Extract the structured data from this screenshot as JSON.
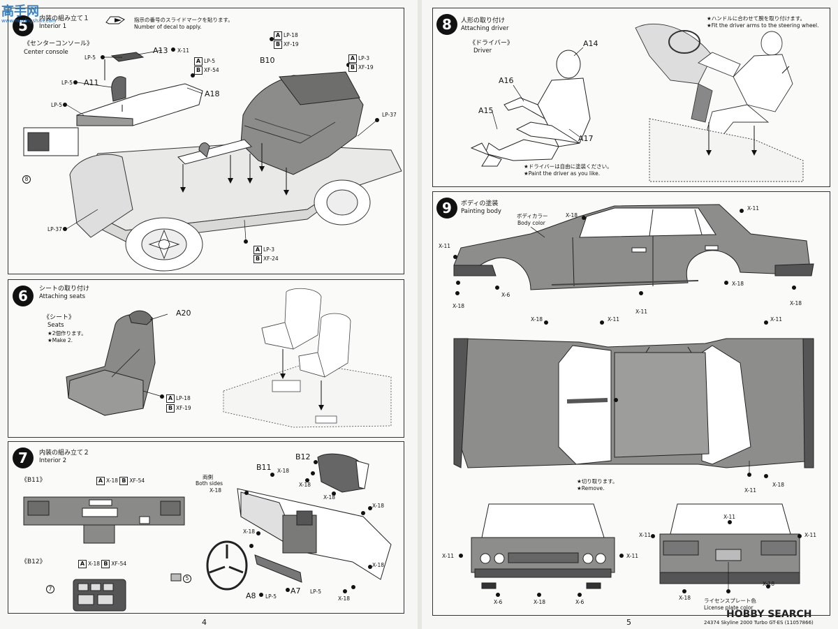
{
  "page_left": {
    "page_number": "4",
    "step5": {
      "number": "5",
      "title_jp": "内装の組み立て１",
      "title_en": "Interior 1",
      "decal_note_jp": "指示の番号のスライドマークを貼ります。",
      "decal_note_en": "Number of decal to apply.",
      "console_jp": "《センターコンソール》",
      "console_en": "Center console",
      "ref_circle": "8",
      "labels": {
        "a13": "A13",
        "a11": "A11",
        "a18": "A18",
        "b10": "B10",
        "lp5a": "LP-5",
        "lp5b": "LP-5",
        "lp5c": "LP-5",
        "x11": "X-11",
        "lp37a": "LP-37",
        "lp37b": "LP-37"
      },
      "codes": {
        "b10_a": "LP-18",
        "b10_b": "XF-19",
        "a18_a": "LP-5",
        "a18_b": "XF-54",
        "seat_a": "LP-3",
        "seat_b": "XF-19",
        "floor_a": "LP-3",
        "floor_b": "XF-24"
      }
    },
    "step6": {
      "number": "6",
      "title_jp": "シートの取り付け",
      "title_en": "Attaching seats",
      "seats_jp": "《シート》",
      "seats_en": "Seats",
      "make_jp": "★2個作ります。",
      "make_en": "★Make 2.",
      "part": "A20",
      "code_a": "LP-18",
      "code_b": "XF-19"
    },
    "step7": {
      "number": "7",
      "title_jp": "内装の組み立て２",
      "title_en": "Interior 2",
      "b11_label": "《B11》",
      "b12_label": "《B12》",
      "b11_code_a": "X-18",
      "b11_code_b": "XF-54",
      "b12_code_a": "X-18",
      "b12_code_b": "XF-54",
      "ref7": "7",
      "ref5": "5",
      "parts": {
        "b11": "B11",
        "b12": "B12",
        "a8": "A8",
        "a7": "A7"
      },
      "both_sides_jp": "両側",
      "both_sides_en": "Both sides",
      "x18": "X-18",
      "lp5": "LP-5"
    }
  },
  "page_right": {
    "page_number": "5",
    "step8": {
      "number": "8",
      "title_jp": "人形の取り付け",
      "title_en": "Attaching driver",
      "driver_jp": "《ドライバー》",
      "driver_en": "Driver",
      "parts": [
        "A14",
        "A16",
        "A15",
        "A17"
      ],
      "paint_jp": "★ドライバーは自由に塗装ください。",
      "paint_en": "★Paint the driver as you like.",
      "arm_jp": "★ハンドルに合わせて腕を取り付けます。",
      "arm_en": "★Fit the driver arms to the steering wheel."
    },
    "step9": {
      "number": "9",
      "title_jp": "ボディの塗装",
      "title_en": "Painting body",
      "body_color_jp": "ボディカラー",
      "body_color_en": "Body color",
      "remove_jp": "★切り取ります。",
      "remove_en": "★Remove.",
      "license_jp": "ライセンスプレート色",
      "license_en": "License plate color",
      "x11": "X-11",
      "x18": "X-18",
      "x6": "X-6"
    },
    "footer": "24374  Skyline 2000 Turbo GT-ES (11057866)",
    "watermark_right": "HOBBY SEARCH",
    "watermark_left": "高手网",
    "watermark_left_sub": "www.moxingshan.com"
  }
}
